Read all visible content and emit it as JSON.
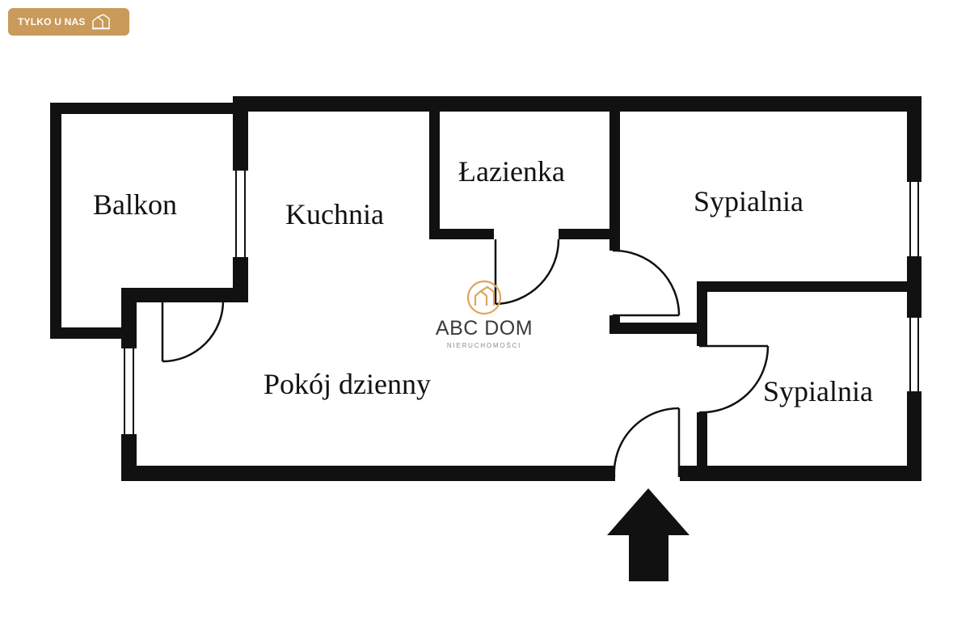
{
  "badge": {
    "label": "TYLKO U NAS",
    "icon": "house-outline-icon",
    "color": "#c99a5a"
  },
  "rooms": {
    "balcony": "Balkon",
    "kitchen": "Kuchnia",
    "bathroom": "Łazienka",
    "bedroom_top": "Sypialnia",
    "bedroom_bottom": "Sypialnia",
    "living_room": "Pokój dzienny"
  },
  "watermark": {
    "brand": "ABC DOM",
    "subtitle": "NIERUCHOMOŚCI",
    "icon": "house-logo-icon",
    "accent_color": "#e0a45a"
  },
  "entrance": {
    "icon": "entrance-arrow-icon"
  }
}
